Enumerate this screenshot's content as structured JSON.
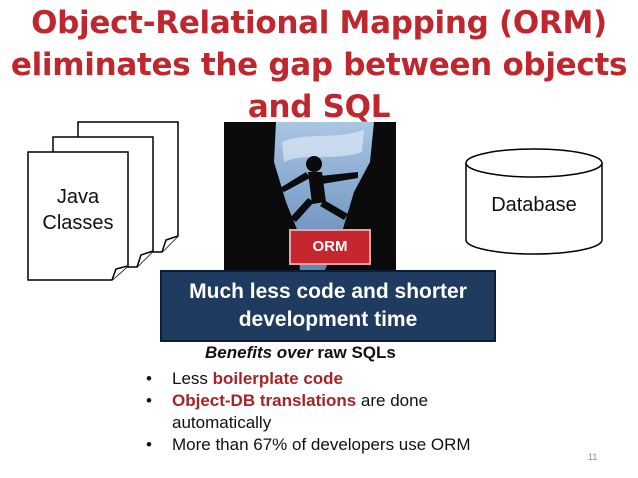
{
  "title": {
    "line1": "Object-Relational Mapping (ORM)",
    "line2": "eliminates the gap between objects",
    "line3": "and SQL"
  },
  "java_classes": {
    "line1": "Java",
    "line2": "Classes"
  },
  "database": {
    "label": "Database"
  },
  "orm_badge": {
    "label": "ORM"
  },
  "banner": {
    "line1": "Much less code and shorter",
    "line2": "development time"
  },
  "benefits": {
    "heading_italic": "Benefits over",
    "heading_rest": " raw SQLs",
    "items": [
      {
        "prefix": "Less ",
        "highlight": "boilerplate code",
        "suffix": ""
      },
      {
        "prefix": "",
        "highlight": "Object-DB translations",
        "suffix": " are done automatically"
      },
      {
        "prefix": "More than 67% of developers use ORM",
        "highlight": "",
        "suffix": ""
      }
    ]
  },
  "slide_number": "11",
  "colors": {
    "title": "#c0262d",
    "highlight": "#a52428",
    "banner": "#1f3b60",
    "badge": "#c6262d"
  }
}
